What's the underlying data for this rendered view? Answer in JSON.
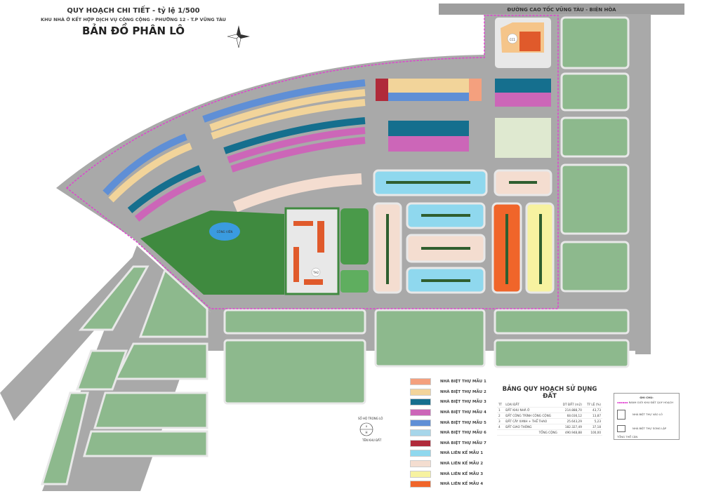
{
  "header": {
    "title_line1": "QUY HOẠCH CHI TIẾT - tỷ lệ 1/500",
    "title_line2": "KHU NHÀ Ở KẾT HỢP DỊCH VỤ CÔNG CỘNG - PHƯỜNG 12 - T.P VŨNG TÀU",
    "main_title": "BẢN ĐỒ PHÂN LÔ"
  },
  "map": {
    "highway_label": "ĐƯỜNG CAO TỐC VŨNG TÀU - BIÊN HÒA",
    "park_label": "CÔNG VIÊN",
    "public_building_label": "CC1",
    "school_label": "TH2",
    "road_color": "#a9a9a9",
    "green_color": "#8db98d",
    "boundary_color": "#e040d0"
  },
  "legend": [
    {
      "label": "NHÀ BIỆT THỰ MẪU 1",
      "color": "#f4a07e"
    },
    {
      "label": "NHÀ BIỆT THỰ MẪU 2",
      "color": "#f2d49a"
    },
    {
      "label": "NHÀ BIỆT THỰ MẪU 3",
      "color": "#156f8e"
    },
    {
      "label": "NHÀ BIỆT THỰ MẪU 4",
      "color": "#cc66b8"
    },
    {
      "label": "NHÀ BIỆT THỰ MẪU 5",
      "color": "#5f8fd6"
    },
    {
      "label": "NHÀ BIỆT THỰ MẪU 6",
      "color": "#a6d6ea"
    },
    {
      "label": "NHÀ BIỆT THỰ MẪU 7",
      "color": "#b02a3a"
    },
    {
      "label": "NHÀ LIÊN KẾ MẪU 1",
      "color": "#8fd8ee"
    },
    {
      "label": "NHÀ LIÊN KẾ MẪU 2",
      "color": "#f4ddd0"
    },
    {
      "label": "NHÀ LIÊN KẾ MẪU 3",
      "color": "#f7f2a0"
    },
    {
      "label": "NHÀ LIÊN KẾ MẪU 4",
      "color": "#f0652a"
    }
  ],
  "land_use_table": {
    "title": "BẢNG QUY HOẠCH SỬ DỤNG ĐẤT",
    "headers": [
      "TT",
      "LOẠI ĐẤT",
      "DT ĐẤT (m2)",
      "TỶ LỆ (%)"
    ],
    "rows": [
      {
        "tt": "1",
        "type": "ĐẤT KHU NHÀ Ở",
        "area": "214.888,70",
        "ratio": "43,73"
      },
      {
        "tt": "2",
        "type": "ĐẤT CÔNG TRÌNH CÔNG CỘNG",
        "area": "68.036,12",
        "ratio": "13,87"
      },
      {
        "tt": "3",
        "type": "ĐẤT CÂY XANH + THỂ THAO",
        "area": "25.643,29",
        "ratio": "5,23"
      },
      {
        "tt": "4",
        "type": "ĐẤT GIAO THÔNG",
        "area": "182.327,49",
        "ratio": "37,18"
      }
    ],
    "total_label": "TỔNG CỘNG",
    "total_area": "490.948,88",
    "total_ratio": "100,00"
  },
  "notes": {
    "title": "GHI CHÚ:",
    "boundary": "RANH GIỚI KHU ĐẤT QUY HOẠCH",
    "item1": "NHÀ BIỆT THỰ VÀO LÔ",
    "item2": "NHÀ BIỆT THỰ SONG LẬP",
    "item3": "TỔNG THỂ CÂN"
  },
  "lot_symbol": {
    "top_label": "SỐ HỘ TRONG LÔ",
    "bottom_label": "TÊN KHU ĐẤT",
    "upper": "x",
    "lower": "H"
  }
}
